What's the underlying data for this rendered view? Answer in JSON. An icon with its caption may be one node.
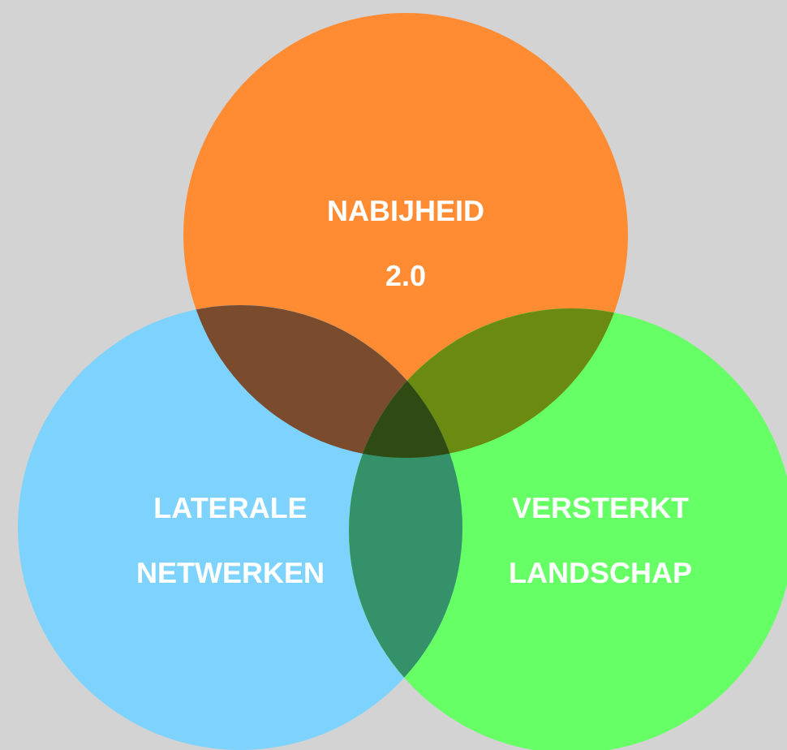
{
  "diagram": {
    "nodes": [
      {
        "text": [
          "NABIJHEID 2.0"
        ]
      },
      {
        "text": [
          "LATERALE NETWERKEN"
        ]
      },
      {
        "text": [
          "VERSTERKT LANDSCHAP"
        ]
      }
    ]
  }
}
